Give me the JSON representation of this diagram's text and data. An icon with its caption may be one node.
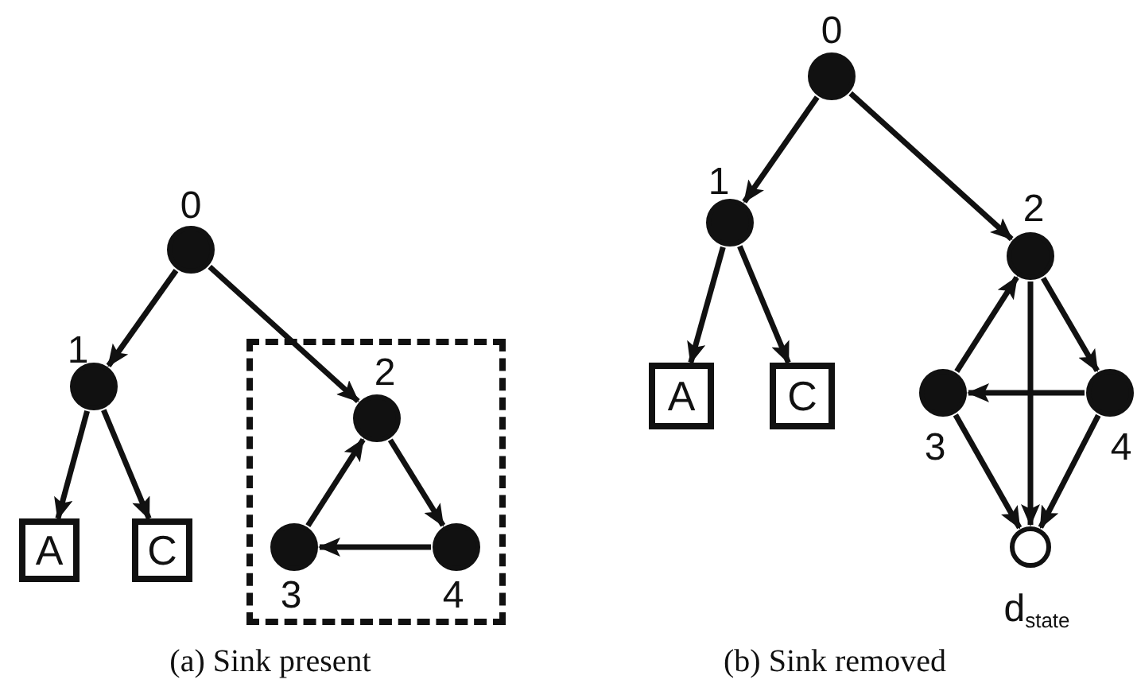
{
  "diagram": {
    "nodes": [
      {
        "text": [],
        "shape": "circle",
        "beside": [
          "0"
        ]
      },
      {
        "text": [],
        "shape": "circle",
        "beside": [
          "1"
        ]
      },
      {
        "text": [
          "A"
        ]
      },
      {
        "text": [
          "C"
        ]
      },
      {
        "text": [],
        "shape": "box"
      },
      {
        "text": [],
        "shape": "circle",
        "in": 4,
        "beside": [
          "2"
        ]
      },
      {
        "text": [],
        "shape": "circle",
        "in": 4,
        "beside": [
          "3"
        ]
      },
      {
        "text": [],
        "shape": "circle",
        "in": 4,
        "beside": [
          "4"
        ]
      },
      {
        "text": [],
        "shape": "circle",
        "beside": [
          "0"
        ]
      },
      {
        "text": [],
        "shape": "circle",
        "beside": [
          "1"
        ]
      },
      {
        "text": [
          "A"
        ]
      },
      {
        "text": [
          "C"
        ]
      },
      {
        "text": [],
        "shape": "circle",
        "beside": [
          "2"
        ]
      },
      {
        "text": [],
        "shape": "circle",
        "beside": [
          "3"
        ]
      },
      {
        "text": [],
        "shape": "circle",
        "beside": [
          "4"
        ]
      },
      {
        "text": [],
        "shape": "ring",
        "beside": [
          "d$_{state}$"
        ]
      }
    ],
    "edges": [
      {
        "from": 0,
        "to": 1,
        "arrow": "to"
      },
      {
        "from": 0,
        "to": 5,
        "arrow": "to"
      },
      {
        "from": 1,
        "to": 2,
        "arrow": "to"
      },
      {
        "from": 1,
        "to": 3,
        "arrow": "to"
      },
      {
        "from": 6,
        "to": 5,
        "arrow": "to"
      },
      {
        "from": 5,
        "to": 7,
        "arrow": "to"
      },
      {
        "from": 7,
        "to": 6,
        "arrow": "to"
      },
      {
        "from": 8,
        "to": 9,
        "arrow": "to"
      },
      {
        "from": 8,
        "to": 12,
        "arrow": "to"
      },
      {
        "from": 9,
        "to": 10,
        "arrow": "to"
      },
      {
        "from": 9,
        "to": 11,
        "arrow": "to"
      },
      {
        "from": 13,
        "to": 12,
        "arrow": "to"
      },
      {
        "from": 12,
        "to": 14,
        "arrow": "to"
      },
      {
        "from": 14,
        "to": 13,
        "arrow": "to"
      },
      {
        "from": 12,
        "to": 15,
        "arrow": "to"
      },
      {
        "from": 13,
        "to": 15,
        "arrow": "to"
      },
      {
        "from": 14,
        "to": 15,
        "arrow": "to"
      }
    ],
    "labels": [
      "(a) Sink present",
      "(b) Sink removed"
    ]
  }
}
